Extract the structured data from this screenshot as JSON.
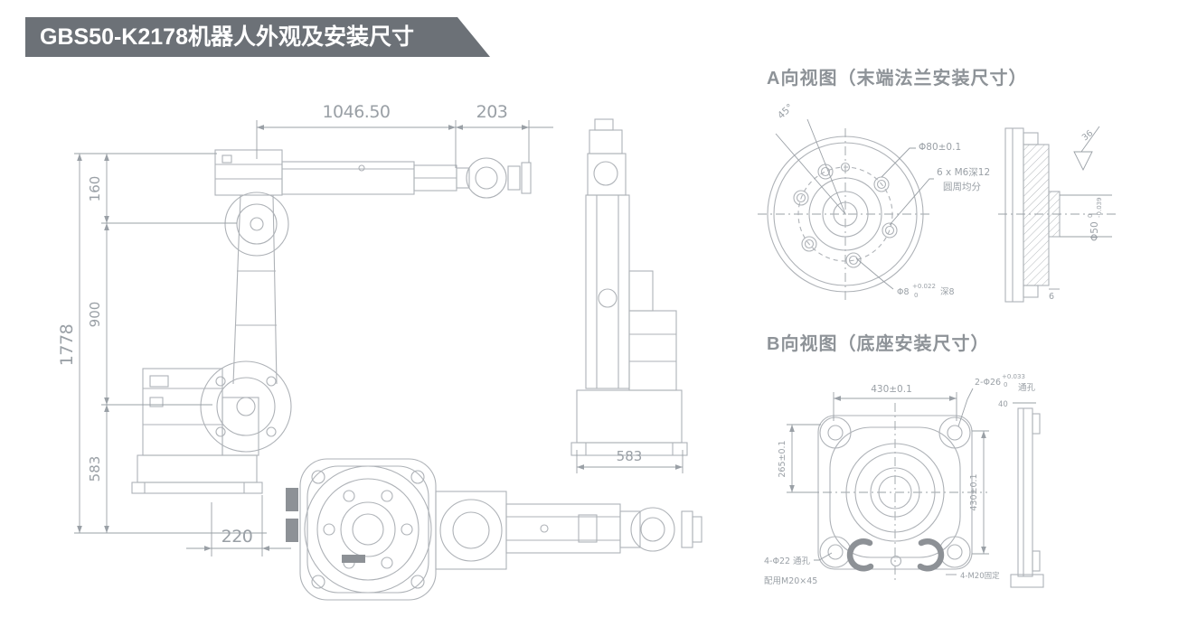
{
  "banner": {
    "title": "GBS50-K2178机器人外观及安装尺寸"
  },
  "colors": {
    "banner_bg": "#6c7177",
    "heading": "#8e9398",
    "line": "#aeb2b7",
    "dim_text": "#9aa0a6",
    "dark": "#8d9196"
  },
  "front_view": {
    "dim_top_main": "1046.50",
    "dim_top_wrist": "203",
    "dim_total_height": "1778",
    "dim_upper": "160",
    "dim_arm": "900",
    "dim_base": "583",
    "dim_bottom_offset": "220"
  },
  "side_view": {
    "dim_width": "583"
  },
  "view_a": {
    "heading": "A向视图（末端法兰安装尺寸）",
    "dim_angle": "45°",
    "dim_bolt_circle": "Φ80±0.1",
    "note_holes_line1": "6 x M6深12",
    "note_holes_line2": "圆周均分",
    "note_pin": "Φ8",
    "note_pin_tol_upper": "+0.022",
    "note_pin_tol_lower": "0",
    "note_pin_depth": "深8",
    "dim_flange_width": "36",
    "dim_spigot": "Φ50",
    "dim_spigot_tol_upper": "0",
    "dim_spigot_tol_lower": "-0.039",
    "dim_spigot_depth": "6"
  },
  "view_b": {
    "heading": "B向视图（底座安装尺寸）",
    "dim_top": "430±0.1",
    "note_pin": "2-Φ26",
    "note_pin_tol_upper": "+0.033",
    "note_pin_tol_lower": "0",
    "note_pin_suffix": "通孔",
    "dim_pin_offset": "40",
    "dim_left": "265±0.1",
    "dim_right": "430±0.1",
    "note_bolts_line1": "4-Φ22 通孔",
    "note_bolts_line2": "配用M20×45",
    "note_bottom": "4-M20固定"
  }
}
